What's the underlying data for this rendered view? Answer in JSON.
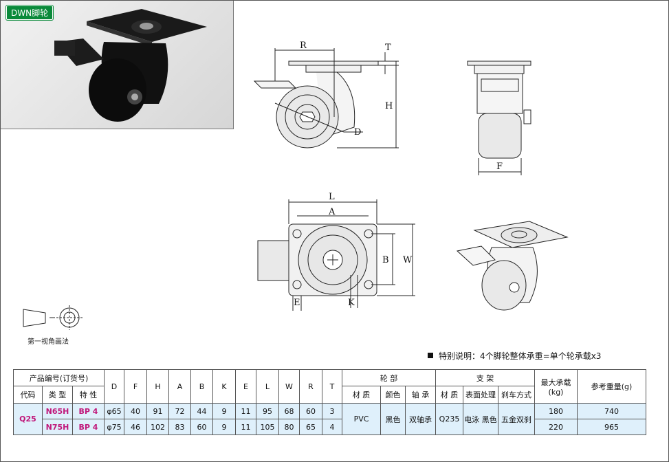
{
  "header_tag": "DWN脚轮",
  "dimension_labels": {
    "R": "R",
    "T": "T",
    "H": "H",
    "D": "D",
    "F": "F",
    "L": "L",
    "A": "A",
    "B": "B",
    "W": "W",
    "E": "E",
    "K": "K"
  },
  "projection_caption": "第一视角画法",
  "note": "特别说明：4个脚轮整体承重=单个轮承载x3",
  "table": {
    "col_product": "产品编号(订货号)",
    "col_code": "代码",
    "col_type": "类 型",
    "col_feature": "特 性",
    "dims": [
      "D",
      "F",
      "H",
      "A",
      "B",
      "K",
      "E",
      "L",
      "W",
      "R",
      "T"
    ],
    "wheel_group": "轮 部",
    "wheel_cols": [
      "材 质",
      "颜色",
      "轴 承"
    ],
    "bracket_group": "支 架",
    "bracket_cols": [
      "材 质",
      "表面处理",
      "刹车方式"
    ],
    "max_load": "最大承载(kg)",
    "ref_weight": "参考重量(g)",
    "code": "Q25",
    "rows": [
      {
        "type": "N65H",
        "feature": "BP 4",
        "D": "φ65",
        "F": "40",
        "H": "91",
        "A": "72",
        "B": "44",
        "K": "9",
        "E": "11",
        "L": "95",
        "W": "68",
        "R": "60",
        "T": "3",
        "load": "180",
        "weight": "740"
      },
      {
        "type": "N75H",
        "feature": "BP 4",
        "D": "φ75",
        "F": "46",
        "H": "102",
        "A": "83",
        "B": "60",
        "K": "9",
        "E": "11",
        "L": "105",
        "W": "80",
        "R": "65",
        "T": "4",
        "load": "220",
        "weight": "965"
      }
    ],
    "wheel_material": "PVC",
    "wheel_color": "黑色",
    "wheel_bearing": "双轴承",
    "bracket_material": "Q235",
    "bracket_finish": "电泳 黑色",
    "brake": "五金双刹"
  }
}
